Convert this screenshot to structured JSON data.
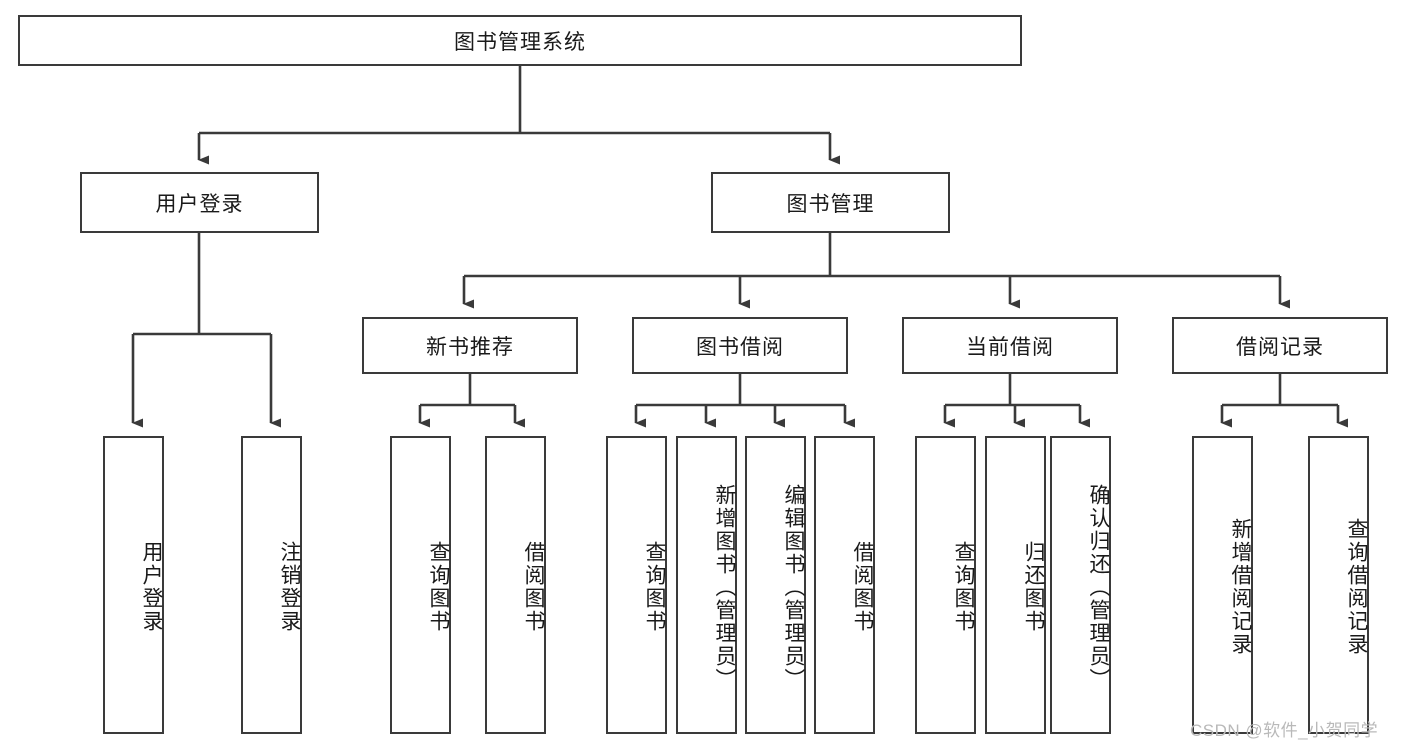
{
  "diagram": {
    "title": "图书管理系统",
    "type": "tree",
    "root": {
      "id": "root",
      "label": "图书管理系统"
    },
    "level2": [
      {
        "id": "user-login",
        "label": "用户登录"
      },
      {
        "id": "book-manage",
        "label": "图书管理"
      }
    ],
    "level3": [
      {
        "id": "new-book-rec",
        "label": "新书推荐"
      },
      {
        "id": "book-borrow",
        "label": "图书借阅"
      },
      {
        "id": "current-borrow",
        "label": "当前借阅"
      },
      {
        "id": "borrow-record",
        "label": "借阅记录"
      }
    ],
    "leaves": {
      "user_login": [
        {
          "id": "leaf-user-login",
          "label": "用户登录"
        },
        {
          "id": "leaf-logout",
          "label": "注销登录"
        }
      ],
      "new_book_rec": [
        {
          "id": "leaf-query-book-1",
          "label": "查询图书"
        },
        {
          "id": "leaf-borrow-book-1",
          "label": "借阅图书"
        }
      ],
      "book_borrow": [
        {
          "id": "leaf-query-book-2",
          "label": "查询图书"
        },
        {
          "id": "leaf-add-book",
          "label": "新增图书（管理员）"
        },
        {
          "id": "leaf-edit-book",
          "label": "编辑图书（管理员）"
        },
        {
          "id": "leaf-borrow-book-2",
          "label": "借阅图书"
        }
      ],
      "current_borrow": [
        {
          "id": "leaf-query-book-3",
          "label": "查询图书"
        },
        {
          "id": "leaf-return-book",
          "label": "归还图书"
        },
        {
          "id": "leaf-confirm-return",
          "label": "确认归还（管理员）"
        }
      ],
      "borrow_record": [
        {
          "id": "leaf-add-record",
          "label": "新增借阅记录"
        },
        {
          "id": "leaf-query-record",
          "label": "查询借阅记录"
        }
      ]
    }
  },
  "watermark": {
    "text": "CSDN @软件_小贺同学"
  },
  "colors": {
    "border": "#3a3a3a",
    "background": "#ffffff",
    "text": "#1a1a1a",
    "watermark": "#b9b9b9"
  }
}
